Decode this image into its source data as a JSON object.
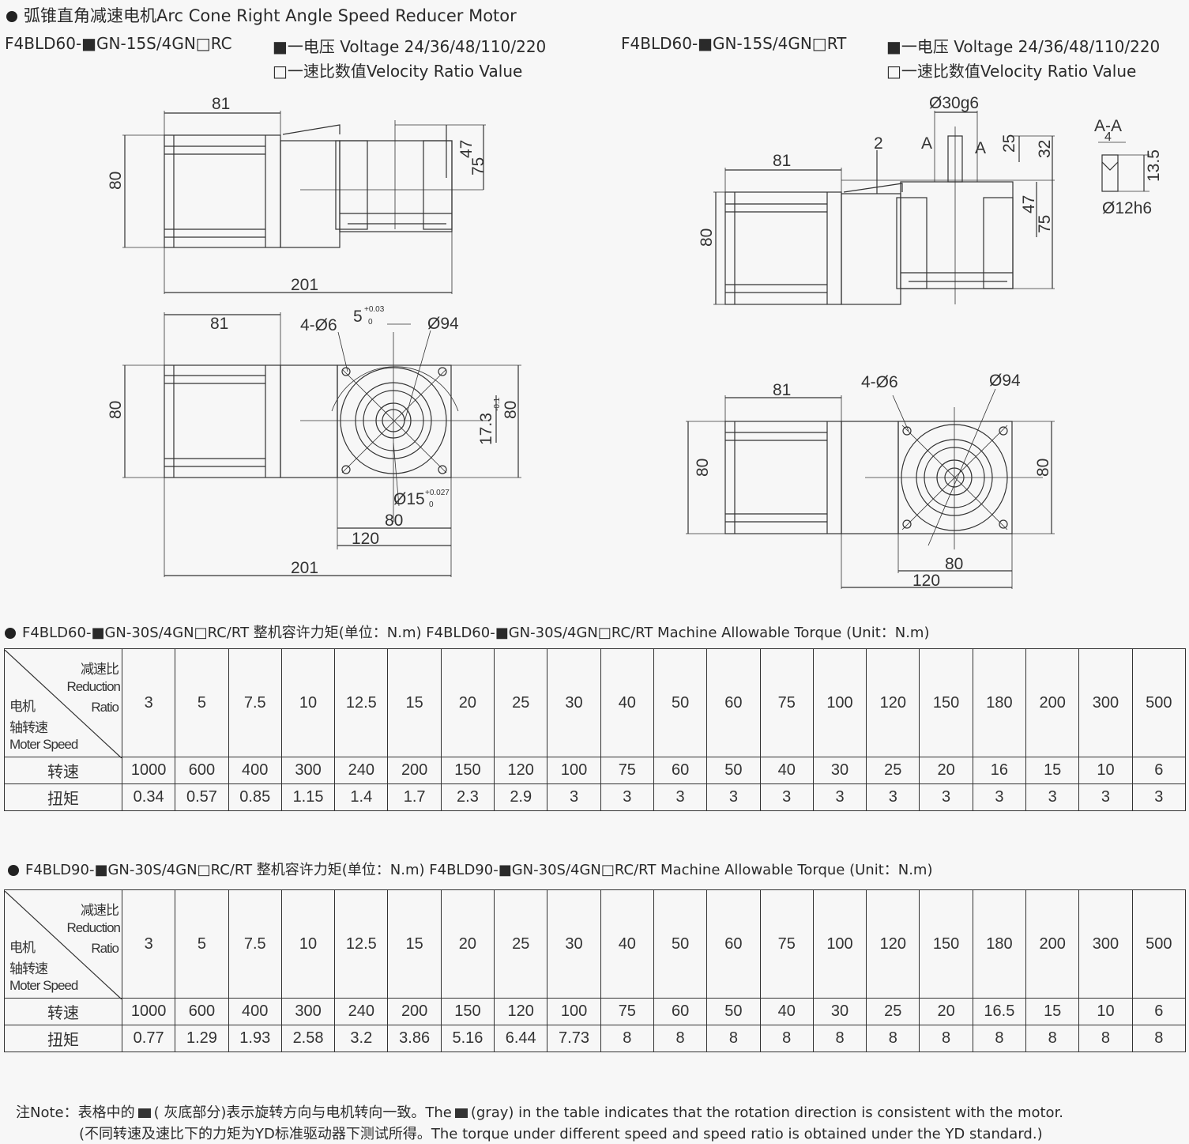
{
  "header": {
    "title": "弧锥直角减速电机Arc Cone Right Angle Speed Reducer Motor",
    "left_model": "F4BLD60-■GN-15S/4GN□RC",
    "right_model": "F4BLD60-■GN-15S/4GN□RT",
    "voltage_left": "■一电压 Voltage 24/36/48/110/220",
    "ratio_left": "□一速比数值Velocity Ratio Value",
    "voltage_right": "■一电压 Voltage 24/36/48/110/220",
    "ratio_right": "□一速比数值Velocity Ratio Value"
  },
  "drawing_left": {
    "d81a": "81",
    "d80a": "80",
    "d47": "47",
    "d75": "75",
    "d201a": "201",
    "d81b": "81",
    "d80b": "80",
    "holes": "4-Ø6",
    "key": "5",
    "key_tol": "+0.03",
    "key_tol2": "0",
    "d94": "Ø94",
    "d17": "17.3",
    "d17tol": "-0.1",
    "d80c": "80",
    "shaft": "Ø15",
    "shaft_tol": "+0.027",
    "shaft_tol2": "0",
    "d80d": "80",
    "d120": "120",
    "d201b": "201"
  },
  "drawing_right": {
    "shaft": "Ø30g6",
    "d2": "2",
    "A1": "A",
    "A2": "A",
    "d25": "25",
    "d32": "32",
    "d81a": "81",
    "d80a": "80",
    "d47": "47",
    "d75": "75",
    "section": "A-A",
    "d4": "4",
    "d13": "13.5",
    "d12": "Ø12h6",
    "d81b": "81",
    "holes": "4-Ø6",
    "d94": "Ø94",
    "d80b": "80",
    "d80c": "80",
    "d80d": "80",
    "d120": "120"
  },
  "table1": {
    "title": "F4BLD60-■GN-30S/4GN□RC/RT 整机容许力矩(单位：N.m)  F4BLD60-■GN-30S/4GN□RC/RT Machine Allowable Torque (Unit：N.m)",
    "corner": {
      "ratio_cn": "减速比",
      "ratio_en1": "Reduction",
      "ratio_en2": "Ratio",
      "speed_cn1": "电机",
      "speed_cn2": "轴转速",
      "speed_en": "Moter Speed"
    },
    "ratios": [
      "3",
      "5",
      "7.5",
      "10",
      "12.5",
      "15",
      "20",
      "25",
      "30",
      "40",
      "50",
      "60",
      "75",
      "100",
      "120",
      "150",
      "180",
      "200",
      "300",
      "500"
    ],
    "speed_label": "转速",
    "speed": [
      "1000",
      "600",
      "400",
      "300",
      "240",
      "200",
      "150",
      "120",
      "100",
      "75",
      "60",
      "50",
      "40",
      "30",
      "25",
      "20",
      "16",
      "15",
      "10",
      "6"
    ],
    "torque_label": "扭矩",
    "torque": [
      "0.34",
      "0.57",
      "0.85",
      "1.15",
      "1.4",
      "1.7",
      "2.3",
      "2.9",
      "3",
      "3",
      "3",
      "3",
      "3",
      "3",
      "3",
      "3",
      "3",
      "3",
      "3",
      "3"
    ]
  },
  "table2": {
    "title": "F4BLD90-■GN-30S/4GN□RC/RT 整机容许力矩(单位：N.m)  F4BLD90-■GN-30S/4GN□RC/RT Machine Allowable Torque (Unit：N.m)",
    "corner": {
      "ratio_cn": "减速比",
      "ratio_en1": "Reduction",
      "ratio_en2": "Ratio",
      "speed_cn1": "电机",
      "speed_cn2": "轴转速",
      "speed_en": "Moter Speed"
    },
    "ratios": [
      "3",
      "5",
      "7.5",
      "10",
      "12.5",
      "15",
      "20",
      "25",
      "30",
      "40",
      "50",
      "60",
      "75",
      "100",
      "120",
      "150",
      "180",
      "200",
      "300",
      "500"
    ],
    "speed_label": "转速",
    "speed": [
      "1000",
      "600",
      "400",
      "300",
      "240",
      "200",
      "150",
      "120",
      "100",
      "75",
      "60",
      "50",
      "40",
      "30",
      "25",
      "20",
      "16.5",
      "15",
      "10",
      "6"
    ],
    "torque_label": "扭矩",
    "torque": [
      "0.77",
      "1.29",
      "1.93",
      "2.58",
      "3.2",
      "3.86",
      "5.16",
      "6.44",
      "7.73",
      "8",
      "8",
      "8",
      "8",
      "8",
      "8",
      "8",
      "8",
      "8",
      "8",
      "8"
    ]
  },
  "notes": {
    "line1_a": "注Note：表格中的",
    "line1_b": "( 灰底部分)表示旋转方向与电机转向一致。The",
    "line1_c": "(gray) in the table indicates that the rotation direction is consistent with the motor.",
    "line2": "(不同转速及速比下的力矩为YD标准驱动器下测试所得。The torque under different speed and speed ratio is obtained under the YD standard.)"
  }
}
